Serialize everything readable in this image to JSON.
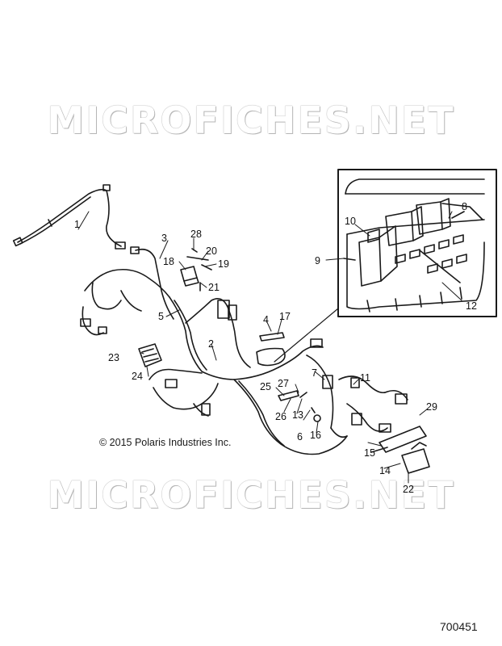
{
  "watermark": "MICROFICHES.NET",
  "copyright": "© 2015 Polaris Industries Inc.",
  "doc_number": "700451",
  "callouts": [
    "1",
    "2",
    "3",
    "4",
    "5",
    "6",
    "7",
    "8",
    "9",
    "10",
    "11",
    "12",
    "13",
    "14",
    "15",
    "16",
    "17",
    "18",
    "19",
    "20",
    "21",
    "22",
    "23",
    "24",
    "25",
    "26",
    "27",
    "28",
    "29"
  ],
  "colors": {
    "line": "#1a1a1a",
    "watermark_outline": "#9a9a9a",
    "background": "#ffffff"
  }
}
